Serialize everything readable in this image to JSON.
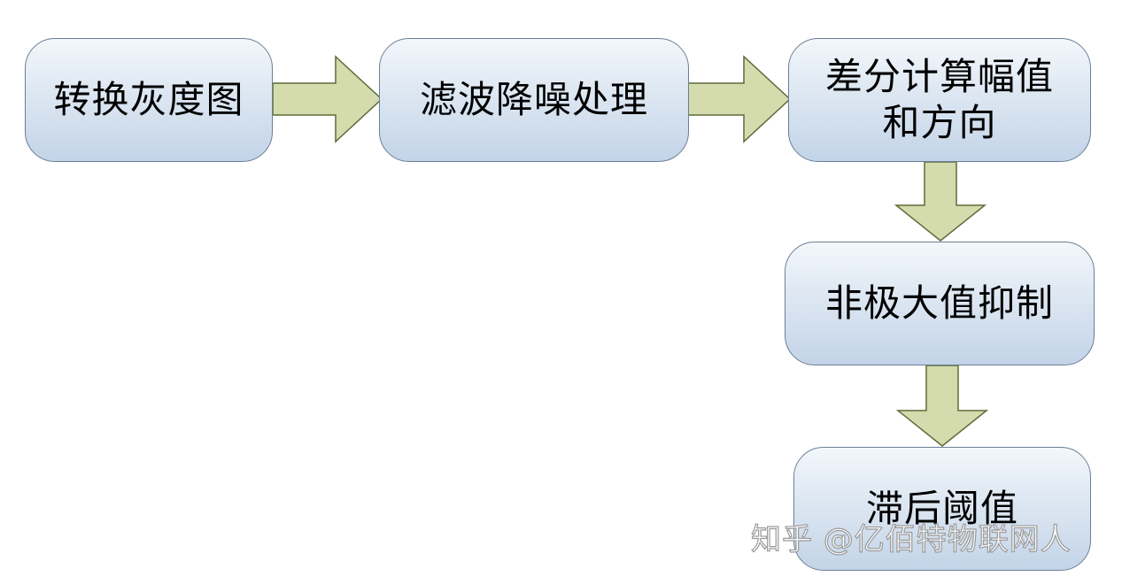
{
  "diagram": {
    "nodes": [
      {
        "id": "n1",
        "label": "转换灰度图"
      },
      {
        "id": "n2",
        "label": "滤波降噪处理"
      },
      {
        "id": "n3",
        "label": "差分计算幅值和方向"
      },
      {
        "id": "n4",
        "label": "非极大值抑制"
      },
      {
        "id": "n5",
        "label": "滞后阈值"
      }
    ],
    "edges": [
      {
        "from": "n1",
        "to": "n2"
      },
      {
        "from": "n2",
        "to": "n3"
      },
      {
        "from": "n3",
        "to": "n4"
      },
      {
        "from": "n4",
        "to": "n5"
      }
    ],
    "colors": {
      "arrow_fill": "#d4dcae",
      "arrow_stroke": "#5e6b3a",
      "box_border": "#6b7f96"
    }
  },
  "watermark": "知乎 @亿佰特物联网人"
}
